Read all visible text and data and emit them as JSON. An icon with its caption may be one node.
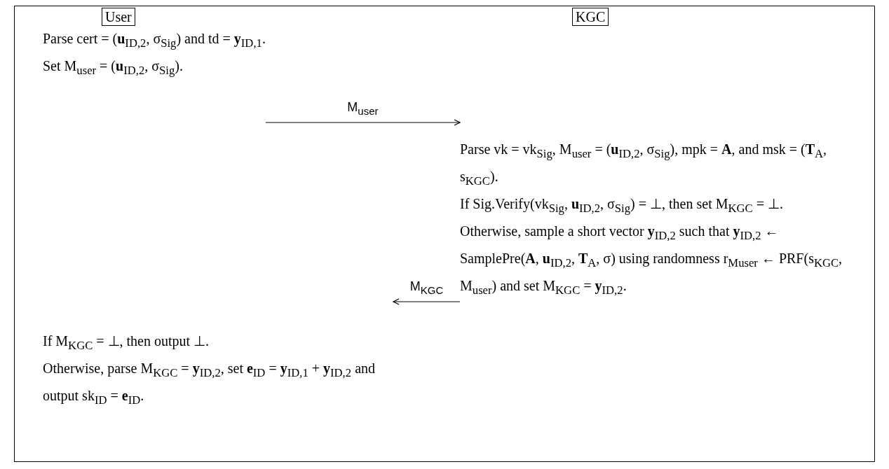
{
  "diagram": {
    "nodes": [
      {
        "text": [],
        "shape": "box"
      },
      {
        "text": [
          "User"
        ],
        "in": 0
      },
      {
        "text": [
          "KGC"
        ],
        "in": 0
      },
      {
        "text": [
          "Parse cert = (**u**$_{ID,2}$, σ$_{Sig}$) and td = **y**$_{ID,1}$.",
          "Set M$_{user}$ = (**u**$_{ID,2}$, σ$_{Sig}$)."
        ],
        "in": 0
      },
      {
        "text": [
          "Parse vk = vk$_{Sig}$, M$_{user}$ = (**u**$_{ID,2}$, σ$_{Sig}$), mpk = **A**, and msk = (**T**$_{A}$, s$_{KGC}$).",
          "If Sig.Verify(vk$_{Sig}$, **u**$_{ID,2}$, σ$_{Sig}$) = ⊥, then set M$_{KGC}$ = ⊥.",
          "Otherwise, sample a short vector **y**$_{ID,2}$ such that **y**$_{ID,2}$ ← SamplePre(**A**, **u**$_{ID,2}$, **T**$_{A}$, σ) using randomness r$_{Muser}$ ← PRF(s$_{KGC}$, M$_{user}$) and set M$_{KGC}$ = **y**$_{ID,2}$."
        ],
        "in": 0
      },
      {
        "text": [
          "If M$_{KGC}$ = ⊥, then output ⊥.",
          "Otherwise, parse M$_{KGC}$ = **y**$_{ID,2}$, set **e**$_{ID}$ = **y**$_{ID,1}$ + **y**$_{ID,2}$ and output sk$_{ID}$ = **e**$_{ID}$."
        ],
        "in": 0
      }
    ],
    "edges": [
      {
        "from": 3,
        "to": 4,
        "arrow": "to",
        "label": "M$_{user}$"
      },
      {
        "from": 4,
        "to": 5,
        "arrow": "to",
        "label": "M$_{KGC}$"
      }
    ]
  }
}
